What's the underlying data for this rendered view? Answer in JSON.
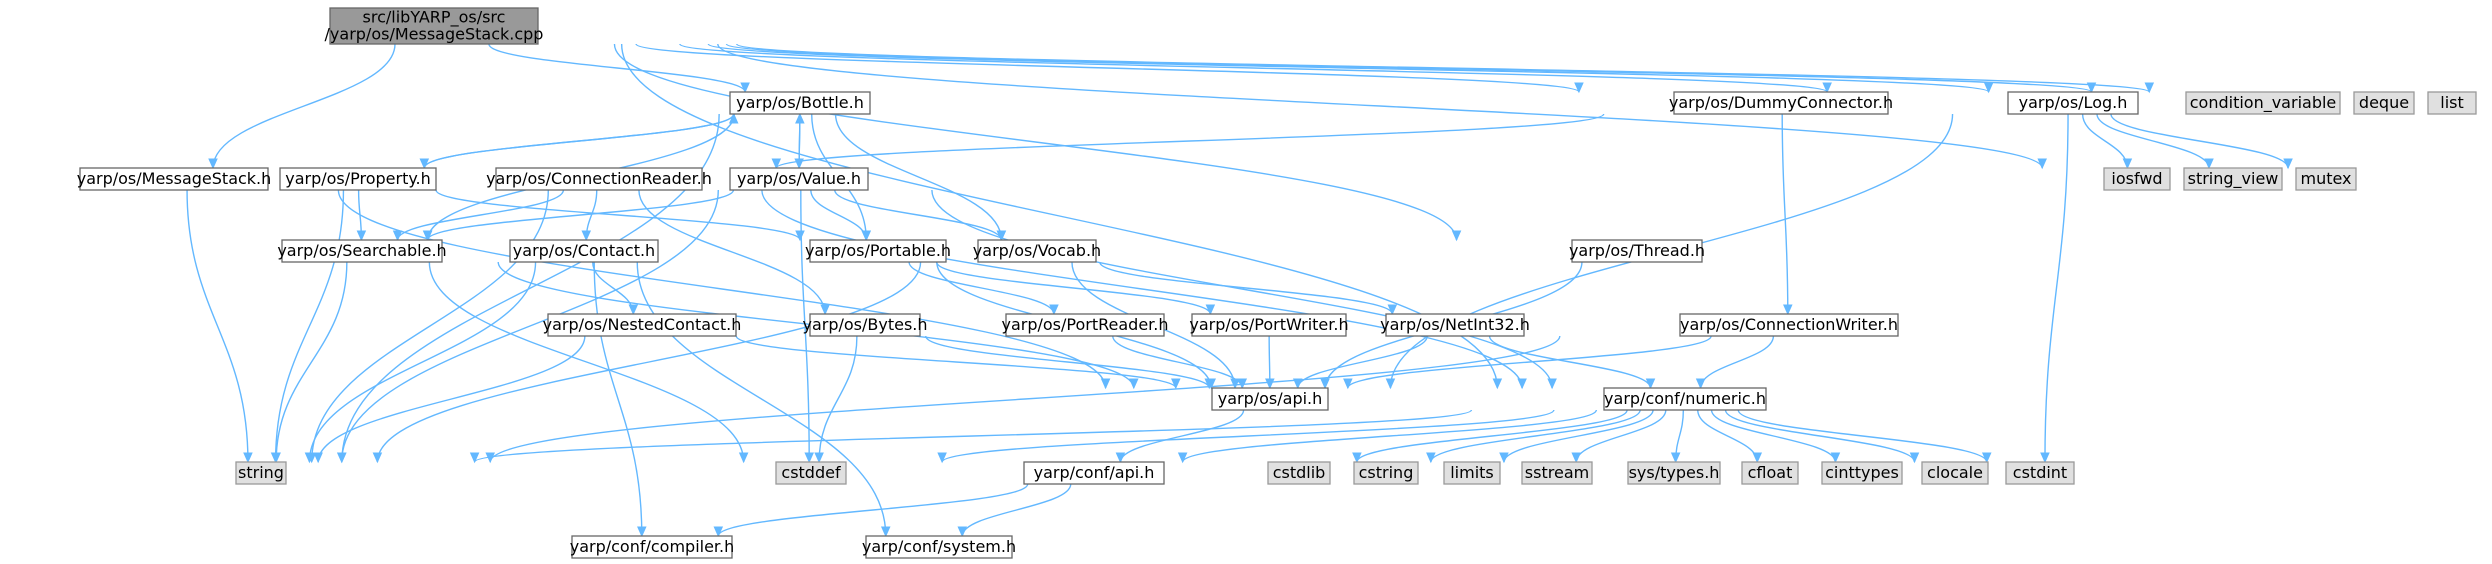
{
  "diagram": {
    "nodes": [
      {
        "id": "root",
        "label": [
          "src/libYARP_os/src",
          "/yarp/os/MessageStack.cpp"
        ],
        "kind": "root"
      },
      {
        "id": "bottle",
        "label": [
          "yarp/os/Bottle.h"
        ],
        "kind": "internal"
      },
      {
        "id": "dummy",
        "label": [
          "yarp/os/DummyConnector.h"
        ],
        "kind": "internal"
      },
      {
        "id": "log",
        "label": [
          "yarp/os/Log.h"
        ],
        "kind": "internal"
      },
      {
        "id": "condvar",
        "label": [
          "condition_variable"
        ],
        "kind": "external"
      },
      {
        "id": "deque",
        "label": [
          "deque"
        ],
        "kind": "external"
      },
      {
        "id": "list",
        "label": [
          "list"
        ],
        "kind": "external"
      },
      {
        "id": "msgstack",
        "label": [
          "yarp/os/MessageStack.h"
        ],
        "kind": "internal"
      },
      {
        "id": "property",
        "label": [
          "yarp/os/Property.h"
        ],
        "kind": "internal"
      },
      {
        "id": "connreader",
        "label": [
          "yarp/os/ConnectionReader.h"
        ],
        "kind": "internal"
      },
      {
        "id": "value",
        "label": [
          "yarp/os/Value.h"
        ],
        "kind": "internal"
      },
      {
        "id": "iosfwd",
        "label": [
          "iosfwd"
        ],
        "kind": "external"
      },
      {
        "id": "string_view",
        "label": [
          "string_view"
        ],
        "kind": "external"
      },
      {
        "id": "mutex",
        "label": [
          "mutex"
        ],
        "kind": "external"
      },
      {
        "id": "searchable",
        "label": [
          "yarp/os/Searchable.h"
        ],
        "kind": "internal"
      },
      {
        "id": "contact",
        "label": [
          "yarp/os/Contact.h"
        ],
        "kind": "internal"
      },
      {
        "id": "portable",
        "label": [
          "yarp/os/Portable.h"
        ],
        "kind": "internal"
      },
      {
        "id": "vocab",
        "label": [
          "yarp/os/Vocab.h"
        ],
        "kind": "internal"
      },
      {
        "id": "thread",
        "label": [
          "yarp/os/Thread.h"
        ],
        "kind": "internal"
      },
      {
        "id": "nested",
        "label": [
          "yarp/os/NestedContact.h"
        ],
        "kind": "internal"
      },
      {
        "id": "bytes",
        "label": [
          "yarp/os/Bytes.h"
        ],
        "kind": "internal"
      },
      {
        "id": "portreader",
        "label": [
          "yarp/os/PortReader.h"
        ],
        "kind": "internal"
      },
      {
        "id": "portwriter",
        "label": [
          "yarp/os/PortWriter.h"
        ],
        "kind": "internal"
      },
      {
        "id": "netint",
        "label": [
          "yarp/os/NetInt32.h"
        ],
        "kind": "internal"
      },
      {
        "id": "connwriter",
        "label": [
          "yarp/os/ConnectionWriter.h"
        ],
        "kind": "internal"
      },
      {
        "id": "api",
        "label": [
          "yarp/os/api.h"
        ],
        "kind": "internal"
      },
      {
        "id": "numeric",
        "label": [
          "yarp/conf/numeric.h"
        ],
        "kind": "internal"
      },
      {
        "id": "string",
        "label": [
          "string"
        ],
        "kind": "external"
      },
      {
        "id": "cstddef",
        "label": [
          "cstddef"
        ],
        "kind": "external"
      },
      {
        "id": "confapi",
        "label": [
          "yarp/conf/api.h"
        ],
        "kind": "internal"
      },
      {
        "id": "cstdlib",
        "label": [
          "cstdlib"
        ],
        "kind": "external"
      },
      {
        "id": "cstring",
        "label": [
          "cstring"
        ],
        "kind": "external"
      },
      {
        "id": "limits",
        "label": [
          "limits"
        ],
        "kind": "external"
      },
      {
        "id": "sstream",
        "label": [
          "sstream"
        ],
        "kind": "external"
      },
      {
        "id": "systypes",
        "label": [
          "sys/types.h"
        ],
        "kind": "external"
      },
      {
        "id": "cfloat",
        "label": [
          "cfloat"
        ],
        "kind": "external"
      },
      {
        "id": "cinttypes",
        "label": [
          "cinttypes"
        ],
        "kind": "external"
      },
      {
        "id": "clocale",
        "label": [
          "clocale"
        ],
        "kind": "external"
      },
      {
        "id": "cstdint",
        "label": [
          "cstdint"
        ],
        "kind": "external"
      },
      {
        "id": "compiler",
        "label": [
          "yarp/conf/compiler.h"
        ],
        "kind": "internal"
      },
      {
        "id": "system",
        "label": [
          "yarp/conf/system.h"
        ],
        "kind": "internal"
      }
    ],
    "edges": [
      [
        "root",
        "bottle"
      ],
      [
        "root",
        "dummy"
      ],
      [
        "root",
        "log"
      ],
      [
        "root",
        "condvar"
      ],
      [
        "root",
        "deque"
      ],
      [
        "root",
        "list"
      ],
      [
        "root",
        "msgstack"
      ],
      [
        "root",
        "thread"
      ],
      [
        "root",
        "numeric"
      ],
      [
        "root",
        "mutex"
      ],
      [
        "bottle",
        "string"
      ],
      [
        "bottle",
        "property"
      ],
      [
        "bottle",
        "searchable"
      ],
      [
        "bottle",
        "value"
      ],
      [
        "bottle",
        "portable"
      ],
      [
        "bottle",
        "vocab"
      ],
      [
        "property",
        "bottle"
      ],
      [
        "property",
        "searchable"
      ],
      [
        "property",
        "portable"
      ],
      [
        "property",
        "string"
      ],
      [
        "value",
        "bottle"
      ],
      [
        "value",
        "searchable"
      ],
      [
        "value",
        "portable"
      ],
      [
        "value",
        "vocab"
      ],
      [
        "value",
        "string"
      ],
      [
        "value",
        "cstddef"
      ],
      [
        "value",
        "numeric"
      ],
      [
        "msgstack",
        "string"
      ],
      [
        "msgstack",
        "api"
      ],
      [
        "dummy",
        "connreader"
      ],
      [
        "dummy",
        "connwriter"
      ],
      [
        "connreader",
        "contact"
      ],
      [
        "connreader",
        "bytes"
      ],
      [
        "connreader",
        "searchable"
      ],
      [
        "connreader",
        "string"
      ],
      [
        "connreader",
        "numeric"
      ],
      [
        "searchable",
        "string"
      ],
      [
        "searchable",
        "api"
      ],
      [
        "searchable",
        "cstddef"
      ],
      [
        "contact",
        "nested"
      ],
      [
        "contact",
        "string"
      ],
      [
        "contact",
        "compiler"
      ],
      [
        "contact",
        "system"
      ],
      [
        "nested",
        "string"
      ],
      [
        "nested",
        "api"
      ],
      [
        "bytes",
        "cstddef"
      ],
      [
        "bytes",
        "api"
      ],
      [
        "portable",
        "portreader"
      ],
      [
        "portable",
        "portwriter"
      ],
      [
        "portable",
        "api"
      ],
      [
        "portreader",
        "api"
      ],
      [
        "portwriter",
        "api"
      ],
      [
        "vocab",
        "string"
      ],
      [
        "vocab",
        "netint"
      ],
      [
        "vocab",
        "api"
      ],
      [
        "netint",
        "api"
      ],
      [
        "netint",
        "numeric"
      ],
      [
        "thread",
        "api"
      ],
      [
        "connwriter",
        "api"
      ],
      [
        "connwriter",
        "string"
      ],
      [
        "connwriter",
        "numeric"
      ],
      [
        "log",
        "iosfwd"
      ],
      [
        "log",
        "string_view"
      ],
      [
        "log",
        "mutex"
      ],
      [
        "log",
        "cstdint"
      ],
      [
        "log",
        "api"
      ],
      [
        "api",
        "confapi"
      ],
      [
        "numeric",
        "string"
      ],
      [
        "numeric",
        "cstddef"
      ],
      [
        "numeric",
        "confapi"
      ],
      [
        "numeric",
        "cstdlib"
      ],
      [
        "numeric",
        "cstring"
      ],
      [
        "numeric",
        "limits"
      ],
      [
        "numeric",
        "sstream"
      ],
      [
        "numeric",
        "systypes"
      ],
      [
        "numeric",
        "cfloat"
      ],
      [
        "numeric",
        "cinttypes"
      ],
      [
        "numeric",
        "clocale"
      ],
      [
        "numeric",
        "cstdint"
      ],
      [
        "confapi",
        "compiler"
      ],
      [
        "confapi",
        "system"
      ]
    ]
  },
  "colors": {
    "edge": "#63b8ff",
    "root_fill": "#999999",
    "external_fill": "#e0e0e0",
    "internal_fill": "#ffffff"
  }
}
